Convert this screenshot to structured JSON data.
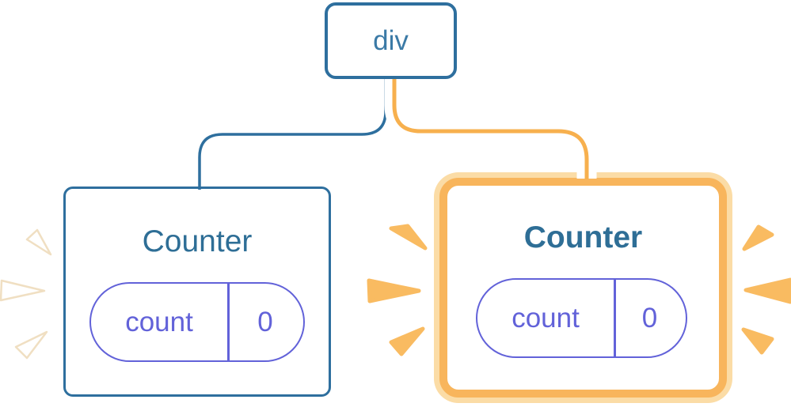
{
  "root_node": {
    "label": "div"
  },
  "counters": [
    {
      "label": "Counter",
      "state_key": "count",
      "state_value": "0",
      "highlighted": false
    },
    {
      "label": "Counter",
      "state_key": "count",
      "state_value": "0",
      "highlighted": true
    }
  ],
  "icons": {
    "left_burst": "white-spark-burst",
    "middle_burst": "orange-spark-burst",
    "right_burst": "orange-spark-burst"
  },
  "colors": {
    "node_border_blue": "#2E6F9E",
    "node_text_blue": "#3B7AA6",
    "title_teal": "#2E6E96",
    "pill_purple": "#6262D9",
    "highlight_orange": "#F8B55C",
    "highlight_orange_glow": "#FBDCA6",
    "connector_orange": "#F7B04E",
    "spark_orange": "#F9BB61",
    "spark_white": "#FFFFFF",
    "background": "#FFFFFF"
  }
}
